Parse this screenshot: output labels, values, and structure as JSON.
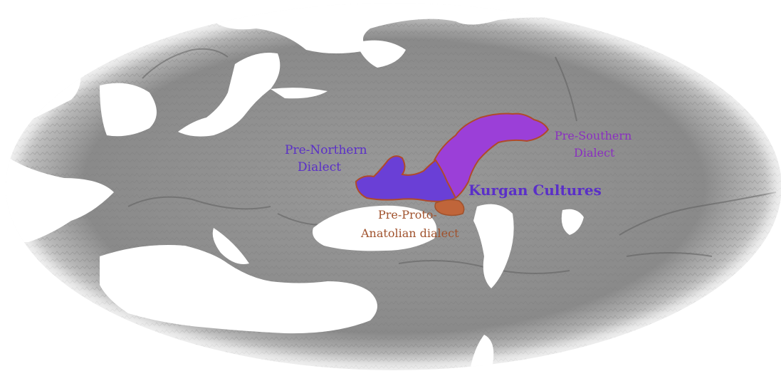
{
  "labels": {
    "pre_northern_line1": "Pre-Northern",
    "pre_northern_line2": "Dialect",
    "pre_southern_line1": "Pre-Southern",
    "pre_southern_line2": "Dialect",
    "kurgan": "Kurgan Cultures",
    "anatolian_line1": "Pre-Proto-",
    "anatolian_line2": "Anatolian dialect"
  },
  "colors": {
    "land": "#8f8f8f",
    "water": "#ffffff",
    "pre_northern_region": "#6a3fd6",
    "pre_southern_region": "#9b3fd8",
    "region_border": "#b04a2a",
    "anatolian_region": "#c0653a",
    "pre_northern_text": "#5a2fc8",
    "pre_southern_text": "#8a2fc0",
    "kurgan_text": "#5a2fc8",
    "anatolian_text": "#a0522d"
  }
}
